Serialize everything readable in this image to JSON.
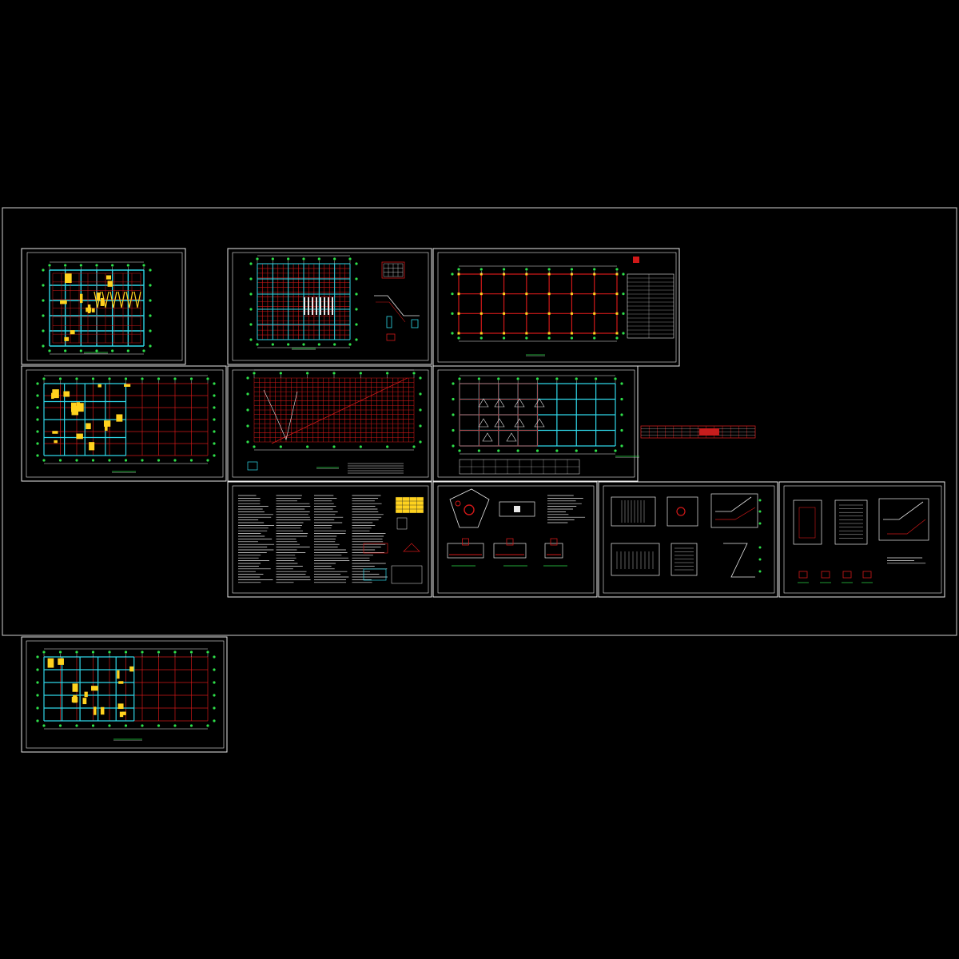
{
  "viewer": {
    "background": "#000000",
    "frame_color": "#e6e6e6"
  },
  "palette": {
    "grid_red": "#d01818",
    "beam_cyan": "#2fd7e8",
    "wall_cyan": "#46e3f0",
    "hatch_yellow": "#ffd21e",
    "bubble_green": "#2ee04a",
    "text_white": "#e8e8e8",
    "table_red": "#c81d1d"
  },
  "sheets": [
    {
      "name": "plan-sheet-1",
      "kind": "plan-yellow"
    },
    {
      "name": "plan-sheet-2",
      "kind": "plan-dense"
    },
    {
      "name": "plan-sheet-3",
      "kind": "grid-plain"
    },
    {
      "name": "plan-sheet-4",
      "kind": "plan-yellow"
    },
    {
      "name": "plan-sheet-5",
      "kind": "plan-dense"
    },
    {
      "name": "plan-sheet-6",
      "kind": "plan-cyan"
    },
    {
      "name": "notes-sheet",
      "kind": "notes"
    },
    {
      "name": "foundation-detail-sheet",
      "kind": "details"
    },
    {
      "name": "stair-detail-sheet-1",
      "kind": "stairs"
    },
    {
      "name": "stair-detail-sheet-2",
      "kind": "stairs"
    },
    {
      "name": "plan-sheet-7",
      "kind": "plan-yellow"
    }
  ]
}
